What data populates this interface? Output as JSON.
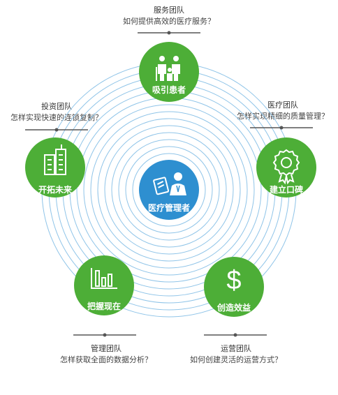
{
  "colors": {
    "green": "#4DAE37",
    "blue": "#2E8FD0",
    "ring": "#8FC4E8",
    "line": "#555555",
    "white": "#FFFFFF"
  },
  "center": {
    "label": "医疗管理者",
    "icon": "manager-with-document-icon"
  },
  "nodes": [
    {
      "id": "top",
      "label": "吸引患者",
      "icon": "family-icon"
    },
    {
      "id": "right",
      "label": "建立口碑",
      "icon": "award-badge-icon"
    },
    {
      "id": "bottom-right",
      "label": "创造效益",
      "icon": "dollar-icon"
    },
    {
      "id": "bottom-left",
      "label": "把握现在",
      "icon": "bar-chart-icon"
    },
    {
      "id": "left",
      "label": "开拓未来",
      "icon": "city-buildings-icon"
    }
  ],
  "teams": [
    {
      "id": "service",
      "title": "服务团队",
      "question": "如何提供高效的医疗服务？"
    },
    {
      "id": "medical",
      "title": "医疗团队",
      "question": "怎样实现精细的质量管理？"
    },
    {
      "id": "operation",
      "title": "运营团队",
      "question": "如何创建灵活的运营方式？"
    },
    {
      "id": "management",
      "title": "管理团队",
      "question": "怎样获取全面的数据分析？"
    },
    {
      "id": "investment",
      "title": "投资团队",
      "question": "怎样实现快速的连锁复制？"
    }
  ]
}
